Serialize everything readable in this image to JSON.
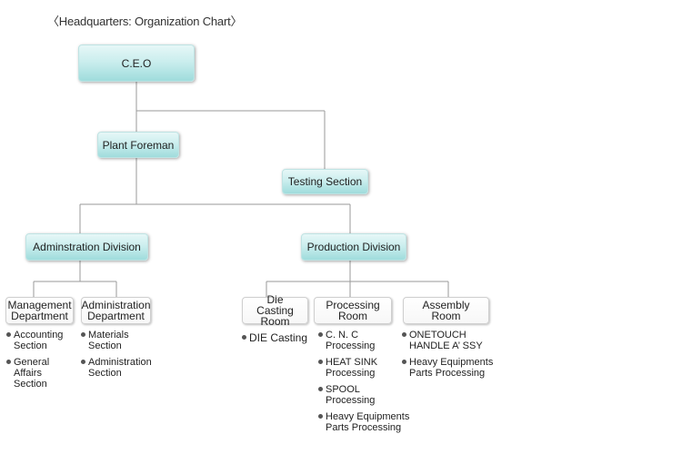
{
  "title": "〈Headquarters: Organization Chart〉",
  "ceo": "C.E.O",
  "plant_foreman": "Plant Foreman",
  "testing_section": "Testing Section",
  "admin_division": "Adminstration Division",
  "production_division": "Production Division",
  "management_department": "Management Department",
  "administration_department": "Administration Department",
  "die_casting_room": "Die Casting Room",
  "processing_room": "Processing Room",
  "assembly_room": "Assembly Room",
  "management_items": [
    "Accounting Section",
    "General Affairs Section"
  ],
  "administration_items": [
    "Materials Section",
    "Administration Section"
  ],
  "die_casting_items": [
    "DIE Casting"
  ],
  "processing_items": [
    "C. N. C Processing",
    "HEAT SINK Processing",
    "SPOOL Processing",
    "Heavy Equipments Parts Processing"
  ],
  "assembly_items": [
    "ONETOUCH HANDLE A’ SSY",
    "Heavy Equipments Parts Processing"
  ]
}
